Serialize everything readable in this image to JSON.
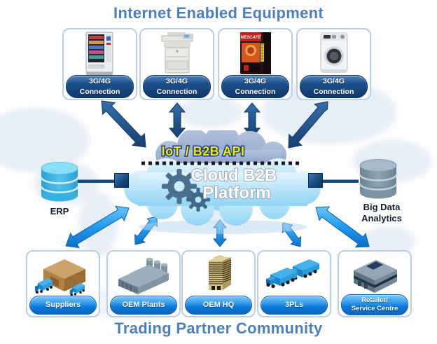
{
  "titles": {
    "top": "Internet Enabled Equipment",
    "bottom": "Trading Partner Community"
  },
  "equipment": {
    "items": [
      {
        "device": "vending-machine",
        "connection": "3G/4G\nConnection"
      },
      {
        "device": "multifunction-printer",
        "connection": "3G/4G\nConnection"
      },
      {
        "device": "coffee-vending-machine",
        "brand": "NESCAFÉ",
        "connection": "3G/4G\nConnection"
      },
      {
        "device": "washing-machine",
        "connection": "3G/4G\nConnection"
      }
    ]
  },
  "cloud": {
    "api_label": "IoT / B2B API",
    "platform_line1": "Cloud B2B",
    "platform_line2": "Platform",
    "icon": "gears-icon"
  },
  "erp": {
    "label": "ERP",
    "icon": "database-cylinder-icon"
  },
  "big_data": {
    "label": "Big Data\nAnalytics",
    "icon": "database-cylinder-icon"
  },
  "partners": [
    {
      "label": "Suppliers",
      "icon": "warehouse-trucks-isometric"
    },
    {
      "label": "OEM Plants",
      "icon": "factory-silos-isometric"
    },
    {
      "label": "OEM HQ",
      "icon": "skyscraper-isometric"
    },
    {
      "label": "3PLs",
      "icon": "trucks-isometric"
    },
    {
      "label": "Retailer/\nService Centre",
      "icon": "service-building-isometric"
    }
  ],
  "colors": {
    "title_text": "#4d7fbc",
    "top_button": "#143f72",
    "bottom_button": "#1283e0",
    "api_text": "#f8e60a",
    "cloud_text": "#ffffff",
    "arrow_top": "#1d5a96",
    "arrow_bottom": "#219aec",
    "erp_cylinder": "#39b0e2",
    "big_data_cylinder": "#7b93a2"
  }
}
